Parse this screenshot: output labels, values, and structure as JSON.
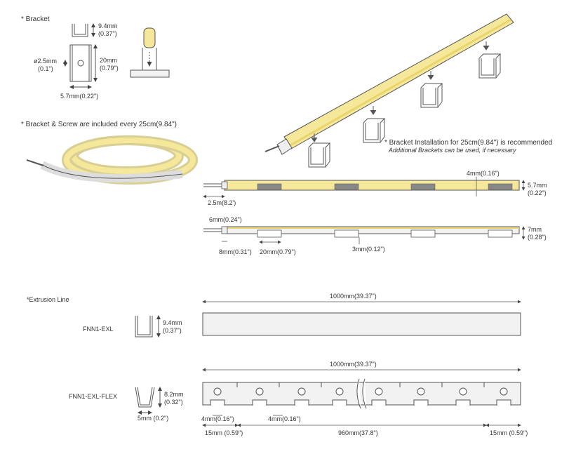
{
  "sections": {
    "bracket": "* Bracket",
    "included": "* Bracket & Screw are included every 25cm(9.84\")",
    "extrusion": "*Extrusion Line"
  },
  "bracket_dims": {
    "height_mm": "9.4mm",
    "height_in": "(0.37\")",
    "hole_mm": "ø2.5mm",
    "hole_in": "(0.1\")",
    "length_mm": "20mm",
    "length_in": "(0.79\")",
    "width": "5.7mm(0.22\")"
  },
  "install_note": {
    "main": "* Bracket Installation for 25cm(9.84\") is recommended",
    "sub": "Additional Brackets can be used, if necessary"
  },
  "strip_top": {
    "gap": "4mm(0.16\")",
    "height_mm": "5.7mm",
    "height_in": "(0.22\")",
    "cable": "2.5m(8.2')"
  },
  "strip_side": {
    "end_cap": "6mm(0.24\")",
    "height_mm": "7mm",
    "height_in": "(0.28\")",
    "cap_len": "8mm(0.31\")",
    "bracket_len": "20mm(0.79\")",
    "bracket_h": "3mm(0.12\")"
  },
  "exl": {
    "name": "FNN1-EXL",
    "height_mm": "9.4mm",
    "height_in": "(0.37\")",
    "length": "1000mm(39.37\")"
  },
  "flex": {
    "name": "FNN1-EXL-FLEX",
    "height_mm": "8.2mm",
    "height_in": "(0.32\")",
    "width": "5mm (0.2\")",
    "length": "1000mm(39.37\")",
    "notch1": "4mm(0.16\")",
    "notch2": "4mm(0.16\")",
    "end_left": "15mm (0.59\")",
    "middle": "960mm(37.8\")",
    "end_right": "15mm (0.59\")"
  },
  "colors": {
    "led": "#F5E89A",
    "led_edge": "#E9D56B",
    "outline": "#555555",
    "body": "#F2F2F2"
  }
}
